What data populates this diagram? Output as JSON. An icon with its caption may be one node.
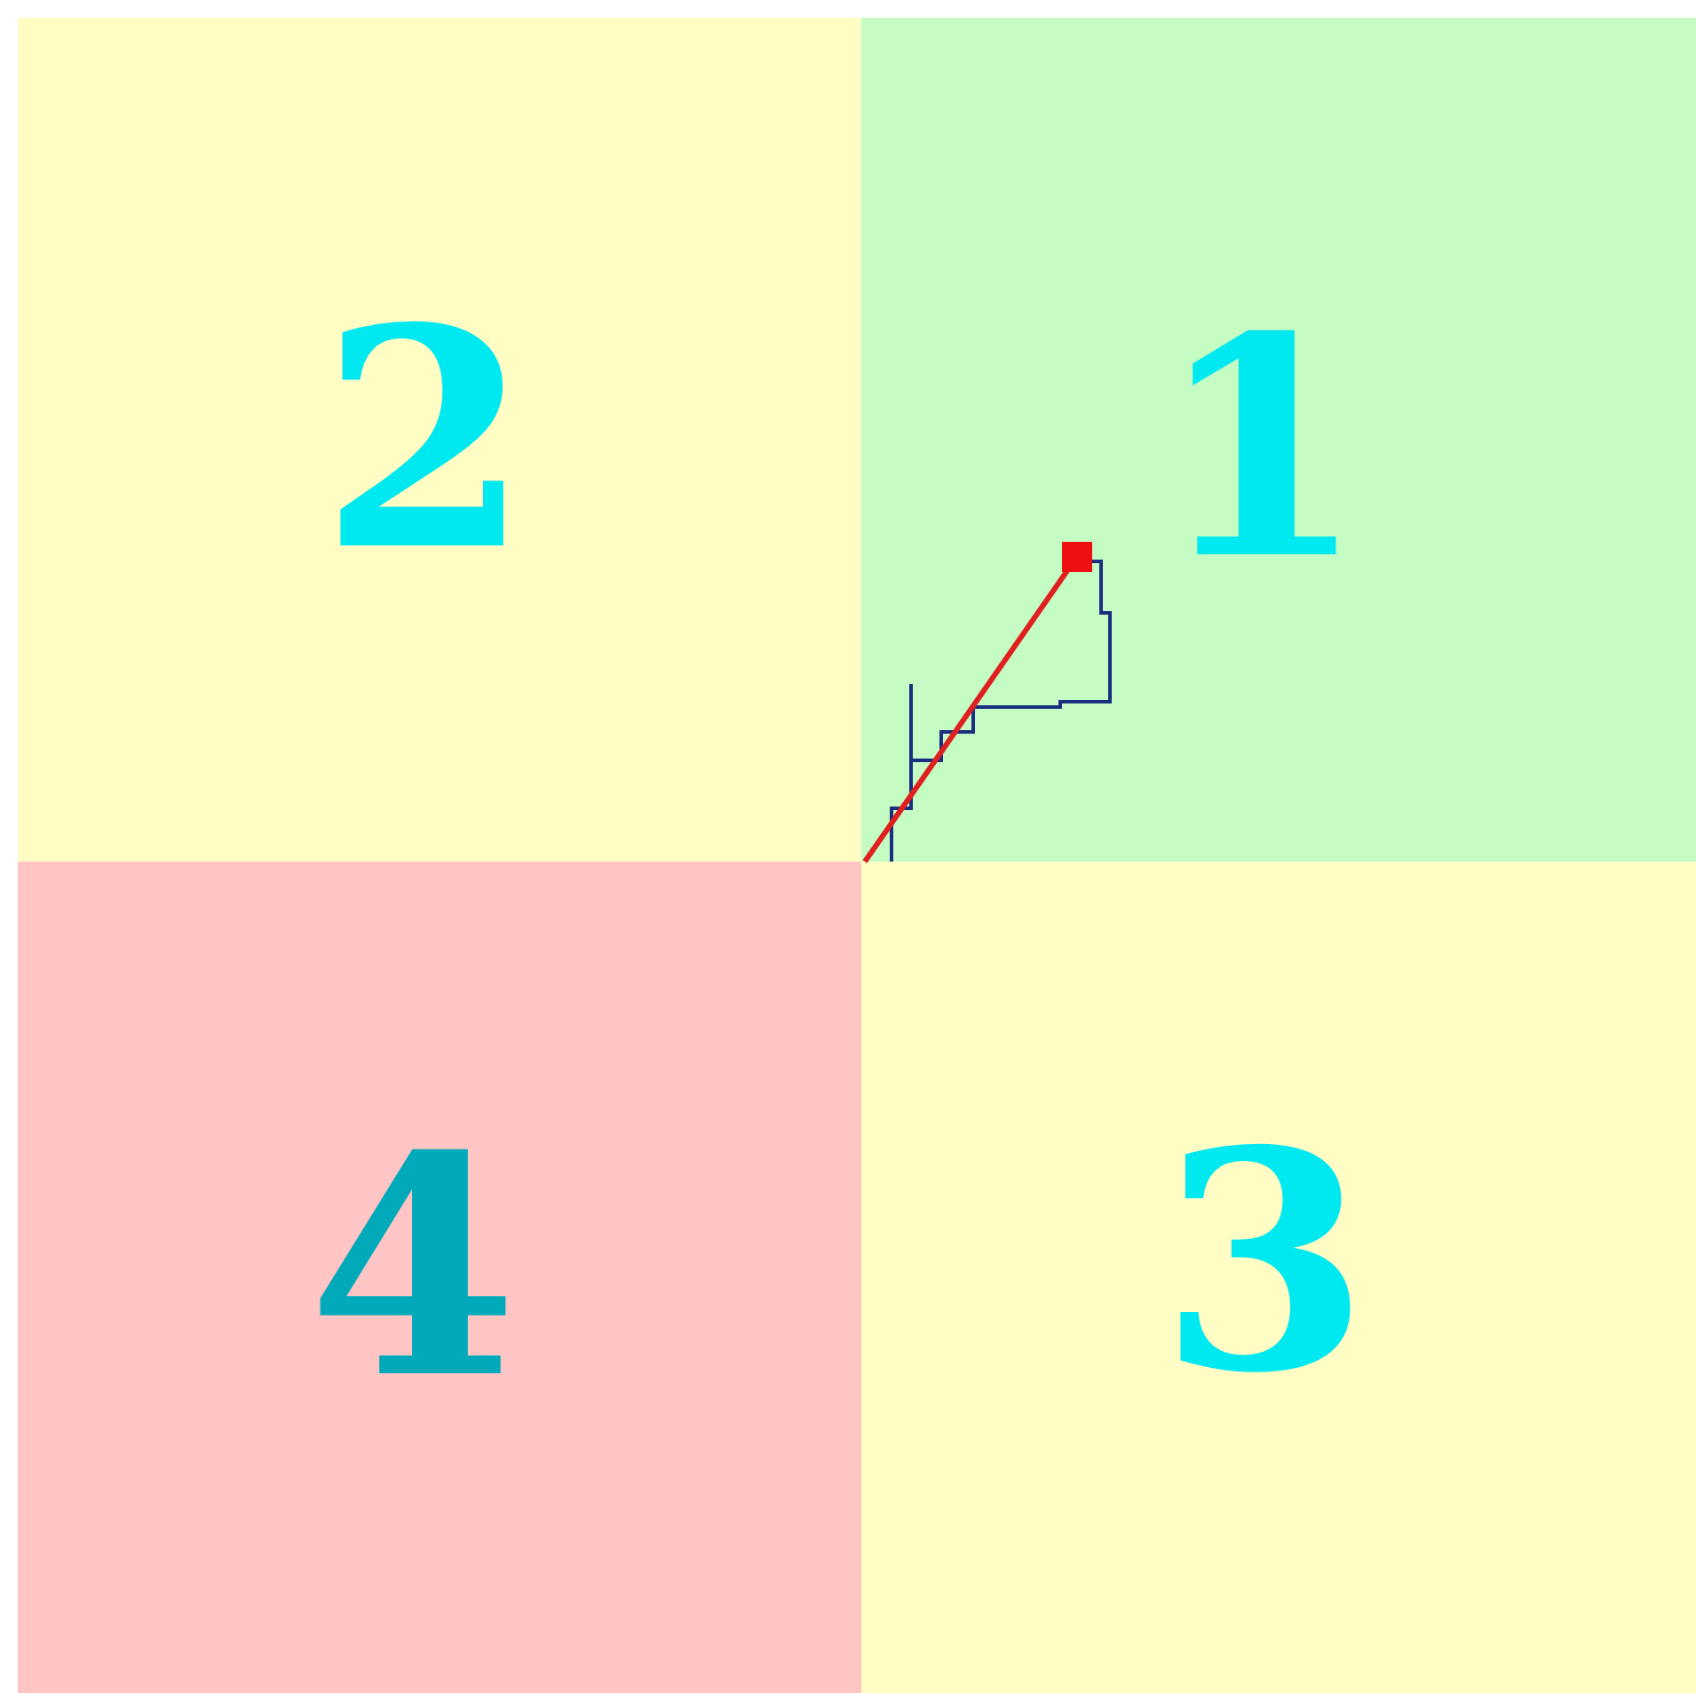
{
  "diagram": {
    "nodes": [
      {
        "text": [
          "2"
        ]
      },
      {
        "text": [
          "1"
        ]
      },
      {
        "text": [
          "4"
        ]
      },
      {
        "text": [
          "3"
        ]
      }
    ]
  }
}
